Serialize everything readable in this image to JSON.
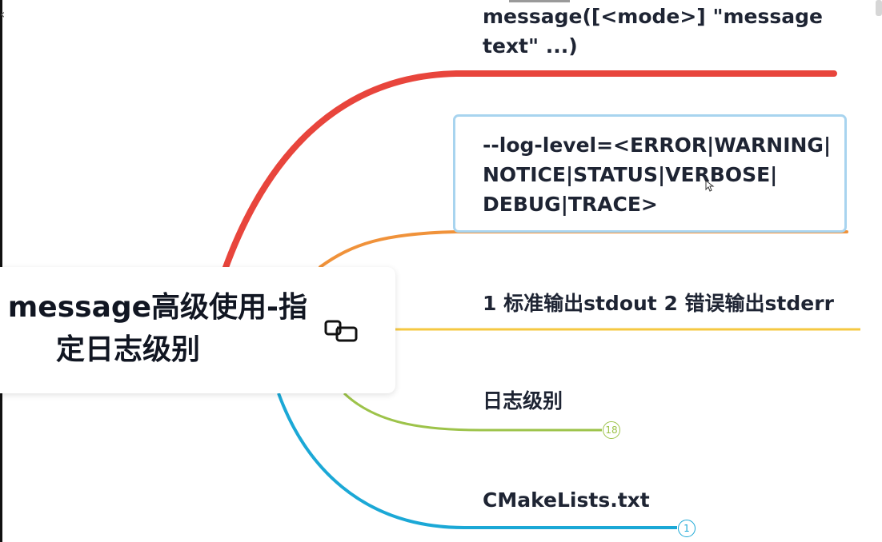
{
  "root": {
    "title_line1": "message高级使用-指",
    "title_line2": "定日志级别",
    "collapse_icon": "collapse-nodes-icon"
  },
  "branches": [
    {
      "id": "message-signature",
      "lines": [
        "message([<mode>] \"message",
        "text\" ...)"
      ],
      "color": "#e8453c"
    },
    {
      "id": "log-level",
      "lines": [
        "--log-level=<ERROR|WARNING|",
        "NOTICE|STATUS|VERBOSE|",
        "DEBUG|TRACE>"
      ],
      "color": "#f0923a",
      "selected": true
    },
    {
      "id": "stdout-stderr",
      "lines": [
        "1 标准输出stdout 2 错误输出stderr"
      ],
      "color": "#f5c842"
    },
    {
      "id": "log-levels",
      "lines": [
        "日志级别"
      ],
      "color": "#9dc34a",
      "badge": "18"
    },
    {
      "id": "cmakelists",
      "lines": [
        "CMakeLists.txt"
      ],
      "color": "#1ba8d6",
      "badge": "1"
    }
  ],
  "icons": {
    "close": "close-icon",
    "cursor": "mouse-cursor-icon"
  }
}
